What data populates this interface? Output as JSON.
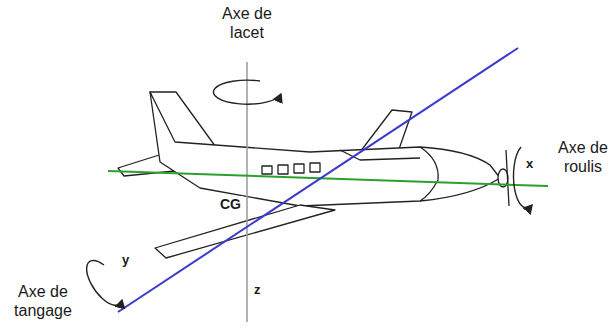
{
  "diagram": {
    "labels": [
      "Axe de lacet",
      "Axe de roulis",
      "Axe de tangage",
      "CG",
      "x",
      "y",
      "z"
    ]
  }
}
